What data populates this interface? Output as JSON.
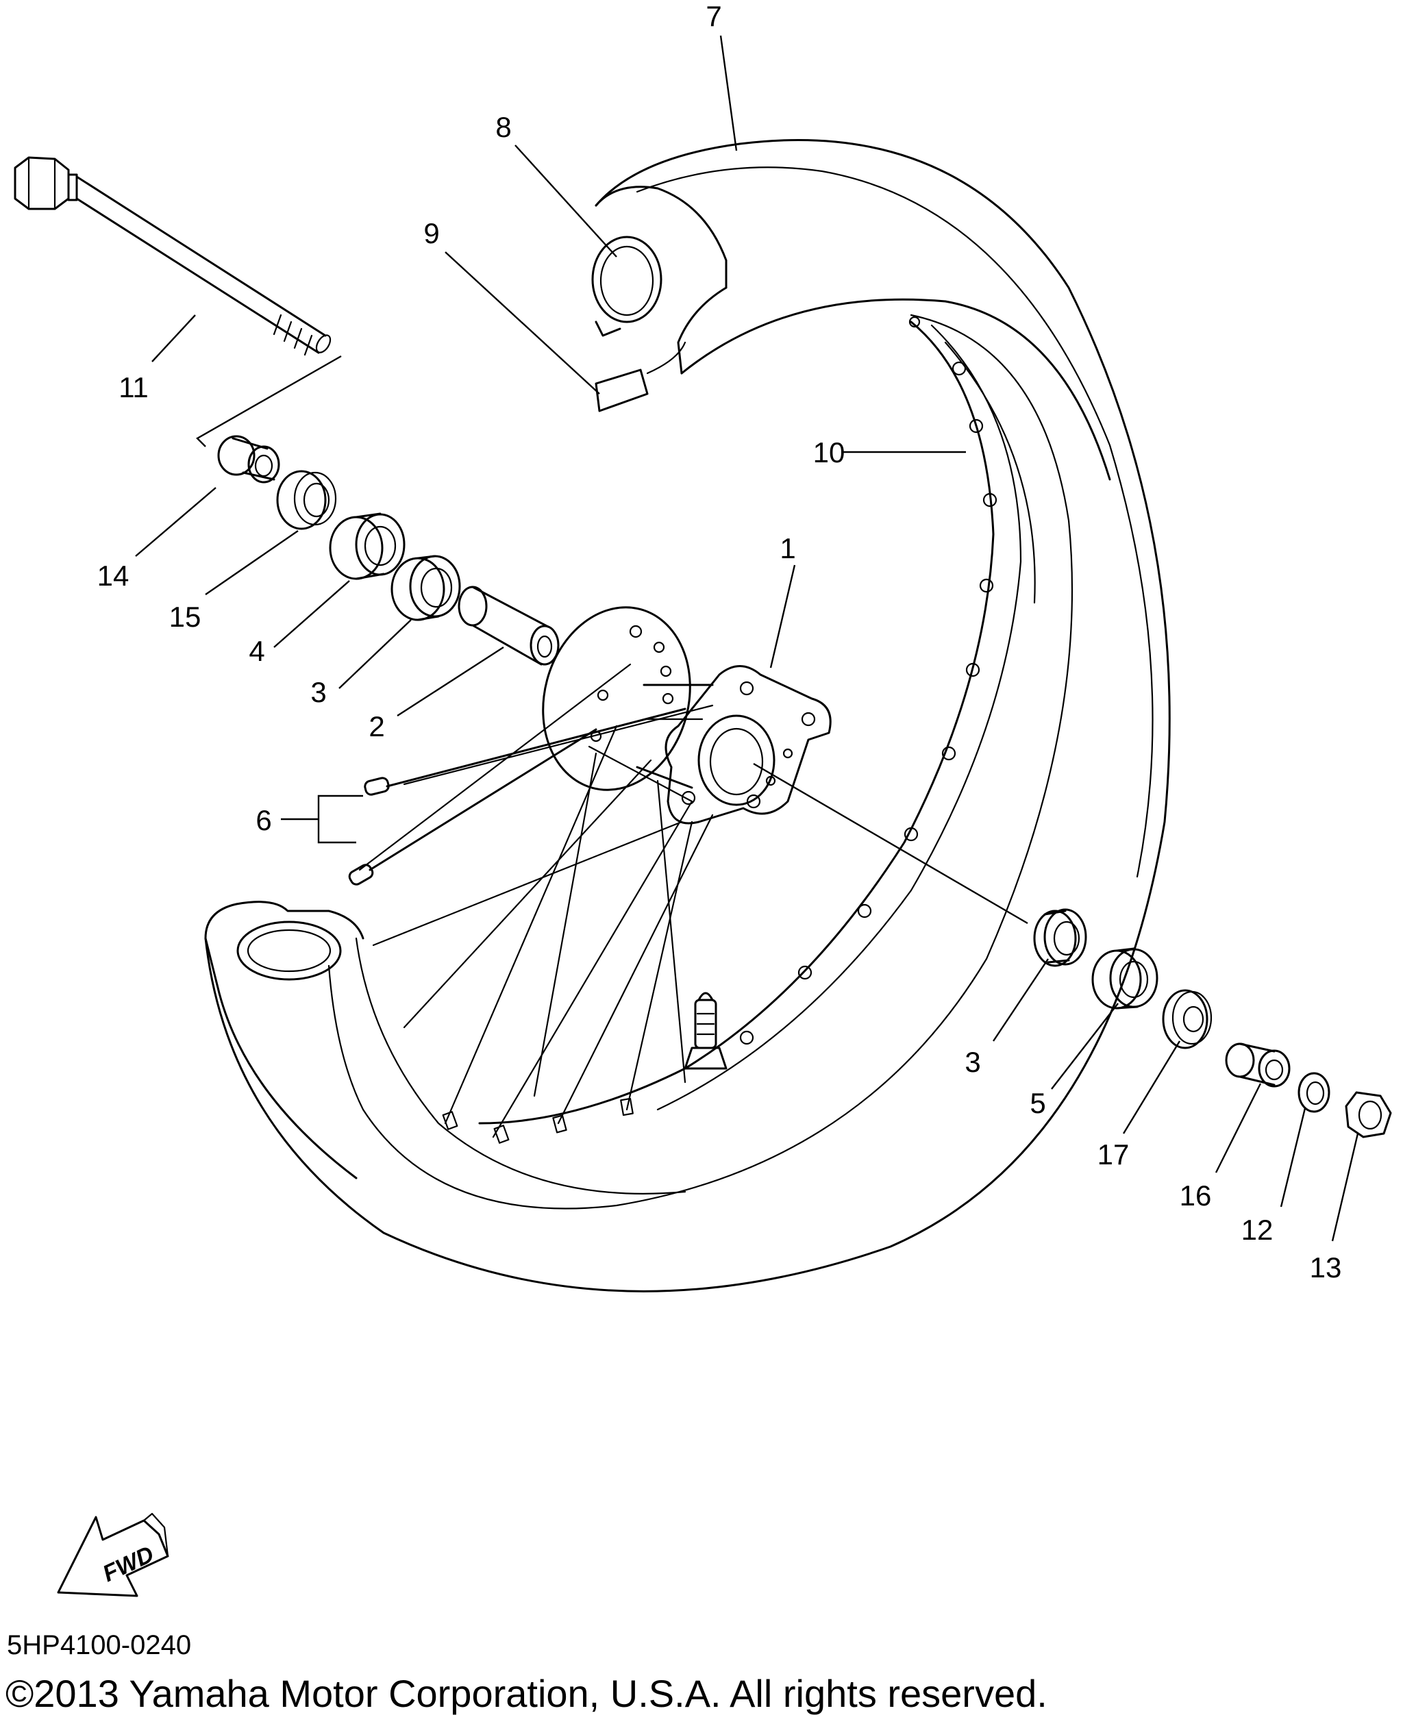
{
  "callouts": [
    "1",
    "2",
    "3",
    "3",
    "4",
    "5",
    "6",
    "7",
    "8",
    "9",
    "10",
    "11",
    "12",
    "13",
    "14",
    "15",
    "16",
    "17"
  ],
  "fwd_label": "FWD",
  "diagram_code": "5HP4100-0240",
  "copyright": "©2013 Yamaha Motor Corporation, U.S.A. All rights reserved."
}
